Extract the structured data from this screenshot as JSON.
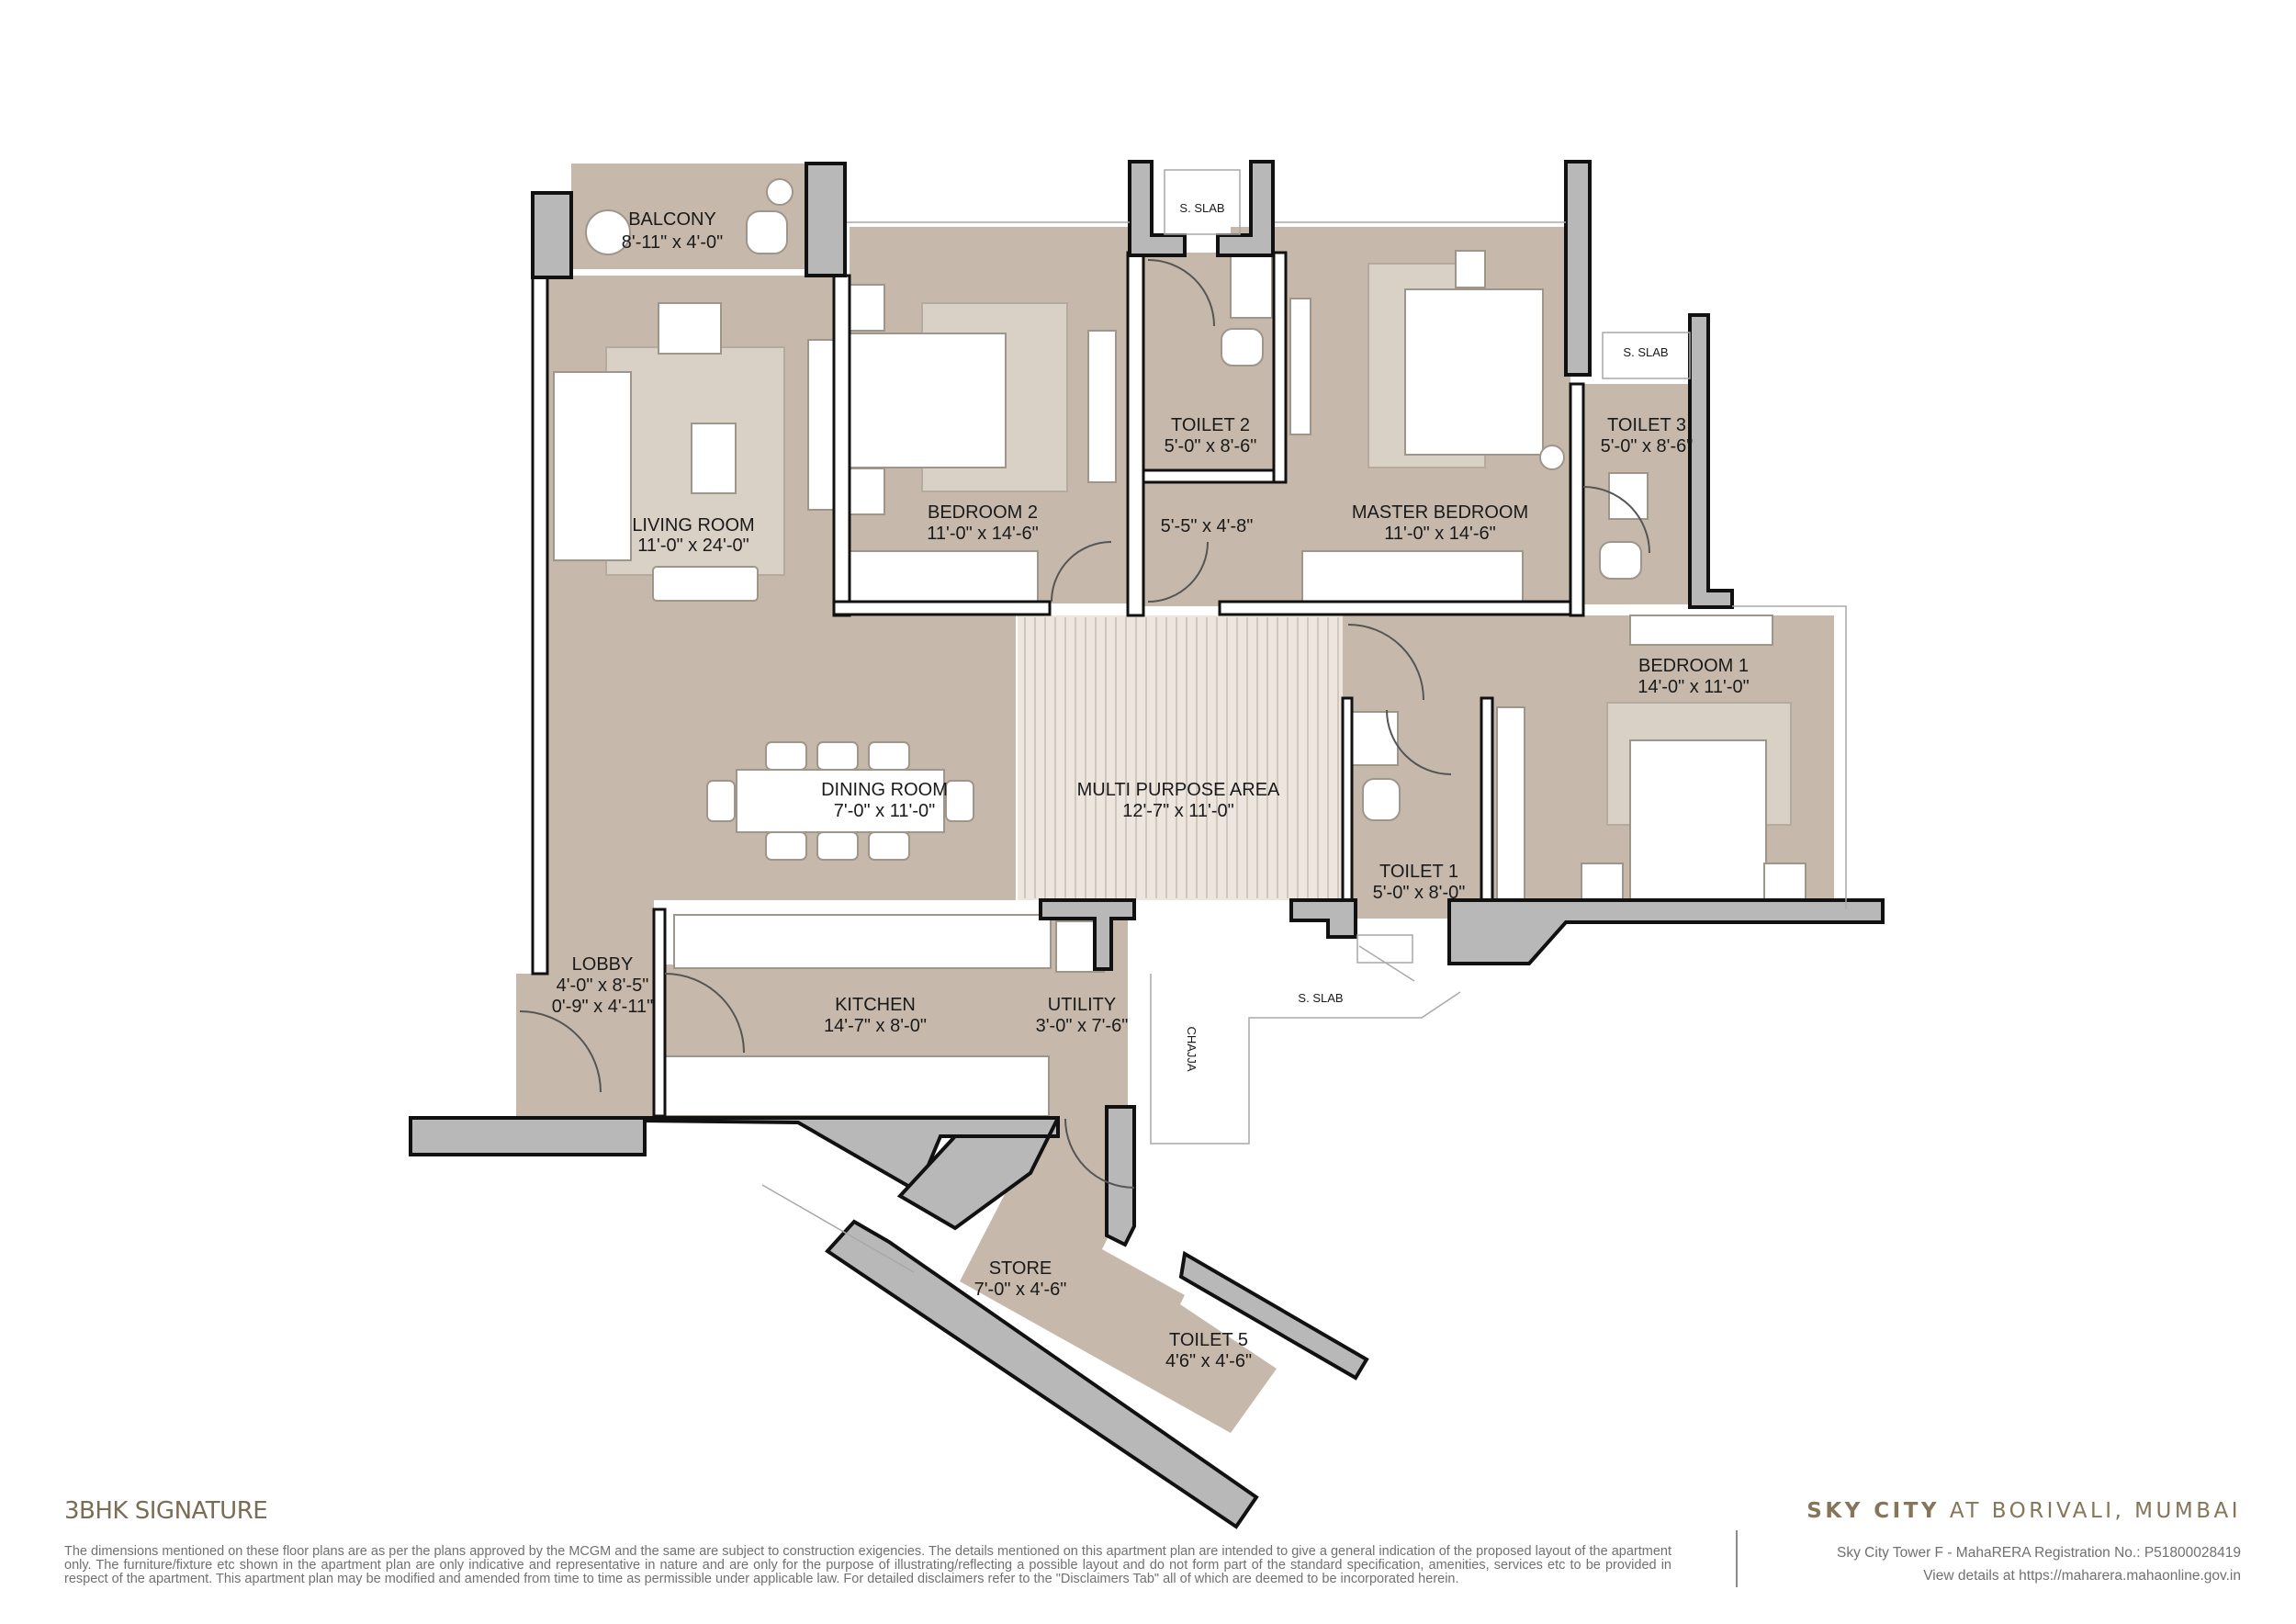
{
  "plan": {
    "unit_type": "3BHK SIGNATURE",
    "rooms": {
      "balcony": {
        "name": "BALCONY",
        "size": "8'-11\" x 4'-0\""
      },
      "living_room": {
        "name": "LIVING ROOM",
        "size": "11'-0\" x 24'-0\""
      },
      "bedroom2": {
        "name": "BEDROOM 2",
        "size": "11'-0\" x 14'-6\""
      },
      "toilet2": {
        "name": "TOILET 2",
        "size": "5'-0\" x 8'-6\""
      },
      "passage": {
        "name": "",
        "size": "5'-5\" x 4'-8\""
      },
      "master_bedroom": {
        "name": "MASTER BEDROOM",
        "size": "11'-0\" x 14'-6\""
      },
      "toilet3": {
        "name": "TOILET 3",
        "size": "5'-0\" x 8'-6\""
      },
      "bedroom1": {
        "name": "BEDROOM 1",
        "size": "14'-0\" x 11'-0\""
      },
      "dining_room": {
        "name": "DINING ROOM",
        "size": "7'-0\" x 11'-0\""
      },
      "multi_purpose_area": {
        "name": "MULTI PURPOSE AREA",
        "size": "12'-7\" x 11'-0\""
      },
      "toilet1": {
        "name": "TOILET 1",
        "size": "5'-0\" x 8'-0\""
      },
      "lobby": {
        "name": "LOBBY",
        "size": "4'-0\" x 8'-5\"",
        "size2": "0'-9\" x 4'-11\""
      },
      "kitchen": {
        "name": "KITCHEN",
        "size": "14'-7\" x 8'-0\""
      },
      "utility": {
        "name": "UTILITY",
        "size": "3'-0\" x 7'-6\""
      },
      "store": {
        "name": "STORE",
        "size": "7'-0\" x 4'-6\""
      },
      "toilet5": {
        "name": "TOILET 5",
        "size": "4'6\" x 4'-6\""
      }
    },
    "annotations": {
      "s_slab_top": "S. SLAB",
      "s_slab_right": "S. SLAB",
      "s_slab_lower": "S. SLAB",
      "chajja": "CHAJJA"
    },
    "colors": {
      "floor": "#c6b9ab",
      "rug": "#d9d0c6",
      "wall": "#b8b8b8",
      "multi_purpose_floor": "#ece6df",
      "brand_text": "#857659"
    }
  },
  "footer": {
    "title": "3BHK SIGNATURE",
    "disclaimer": "The dimensions mentioned on these floor plans are as per the plans approved by the MCGM and the same are subject to construction exigencies. The details mentioned on this apartment plan are intended to give a general indication of the proposed layout of the apartment only. The furniture/fixture etc shown in the apartment plan are only indicative and representative in nature and are only for the purpose of illustrating/reflecting a possible layout and do not form part of the standard specification, amenities, services etc to be provided in respect of the apartment.  This apartment plan may be modified and amended from time to time as permissible under applicable law. For detailed disclaimers refer to the \"Disclaimers Tab\"  all of which are deemed to be incorporated herein.",
    "brand_bold": "SKY CITY",
    "brand_rest": " AT BORIVALI, MUMBAI",
    "rera_line": "Sky City Tower F - MahaRERA Registration No.: P51800028419",
    "details_line": "View details at https://maharera.mahaonline.gov.in"
  }
}
